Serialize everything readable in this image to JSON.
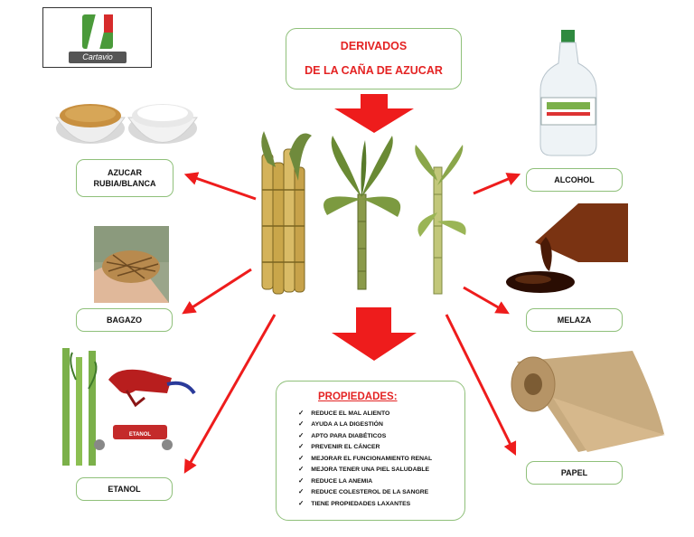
{
  "logo": {
    "brand": "Cartavio"
  },
  "title": {
    "line1": "DERIVADOS",
    "line2": "DE LA CAÑA DE AZUCAR"
  },
  "products": {
    "azucar": [
      "AZUCAR",
      "RUBIA/BLANCA"
    ],
    "bagazo": "BAGAZO",
    "etanol": "ETANOL",
    "alcohol": "ALCOHOL",
    "melaza": "MELAZA",
    "papel": "PAPEL"
  },
  "etanol_label": "ETANOL",
  "propiedades": {
    "title": "PROPIEDADES:",
    "items": [
      "REDUCE EL MAL ALIENTO",
      "AYUDA A LA DIGESTIÓN",
      "APTO PARA DIABÉTICOS",
      "PREVENIR EL CÁNCER",
      "MEJORAR EL FUNCIONAMIENTO RENAL",
      "MEJORA TENER UNA PIEL SALUDABLE",
      "REDUCE LA ANEMIA",
      "REDUCE COLESTEROL DE LA SANGRE",
      "TIENE PROPIEDADES LAXANTES"
    ]
  },
  "colors": {
    "arrow": "#ee1c1c",
    "border": "#8fc07a",
    "title": "#e42323"
  }
}
